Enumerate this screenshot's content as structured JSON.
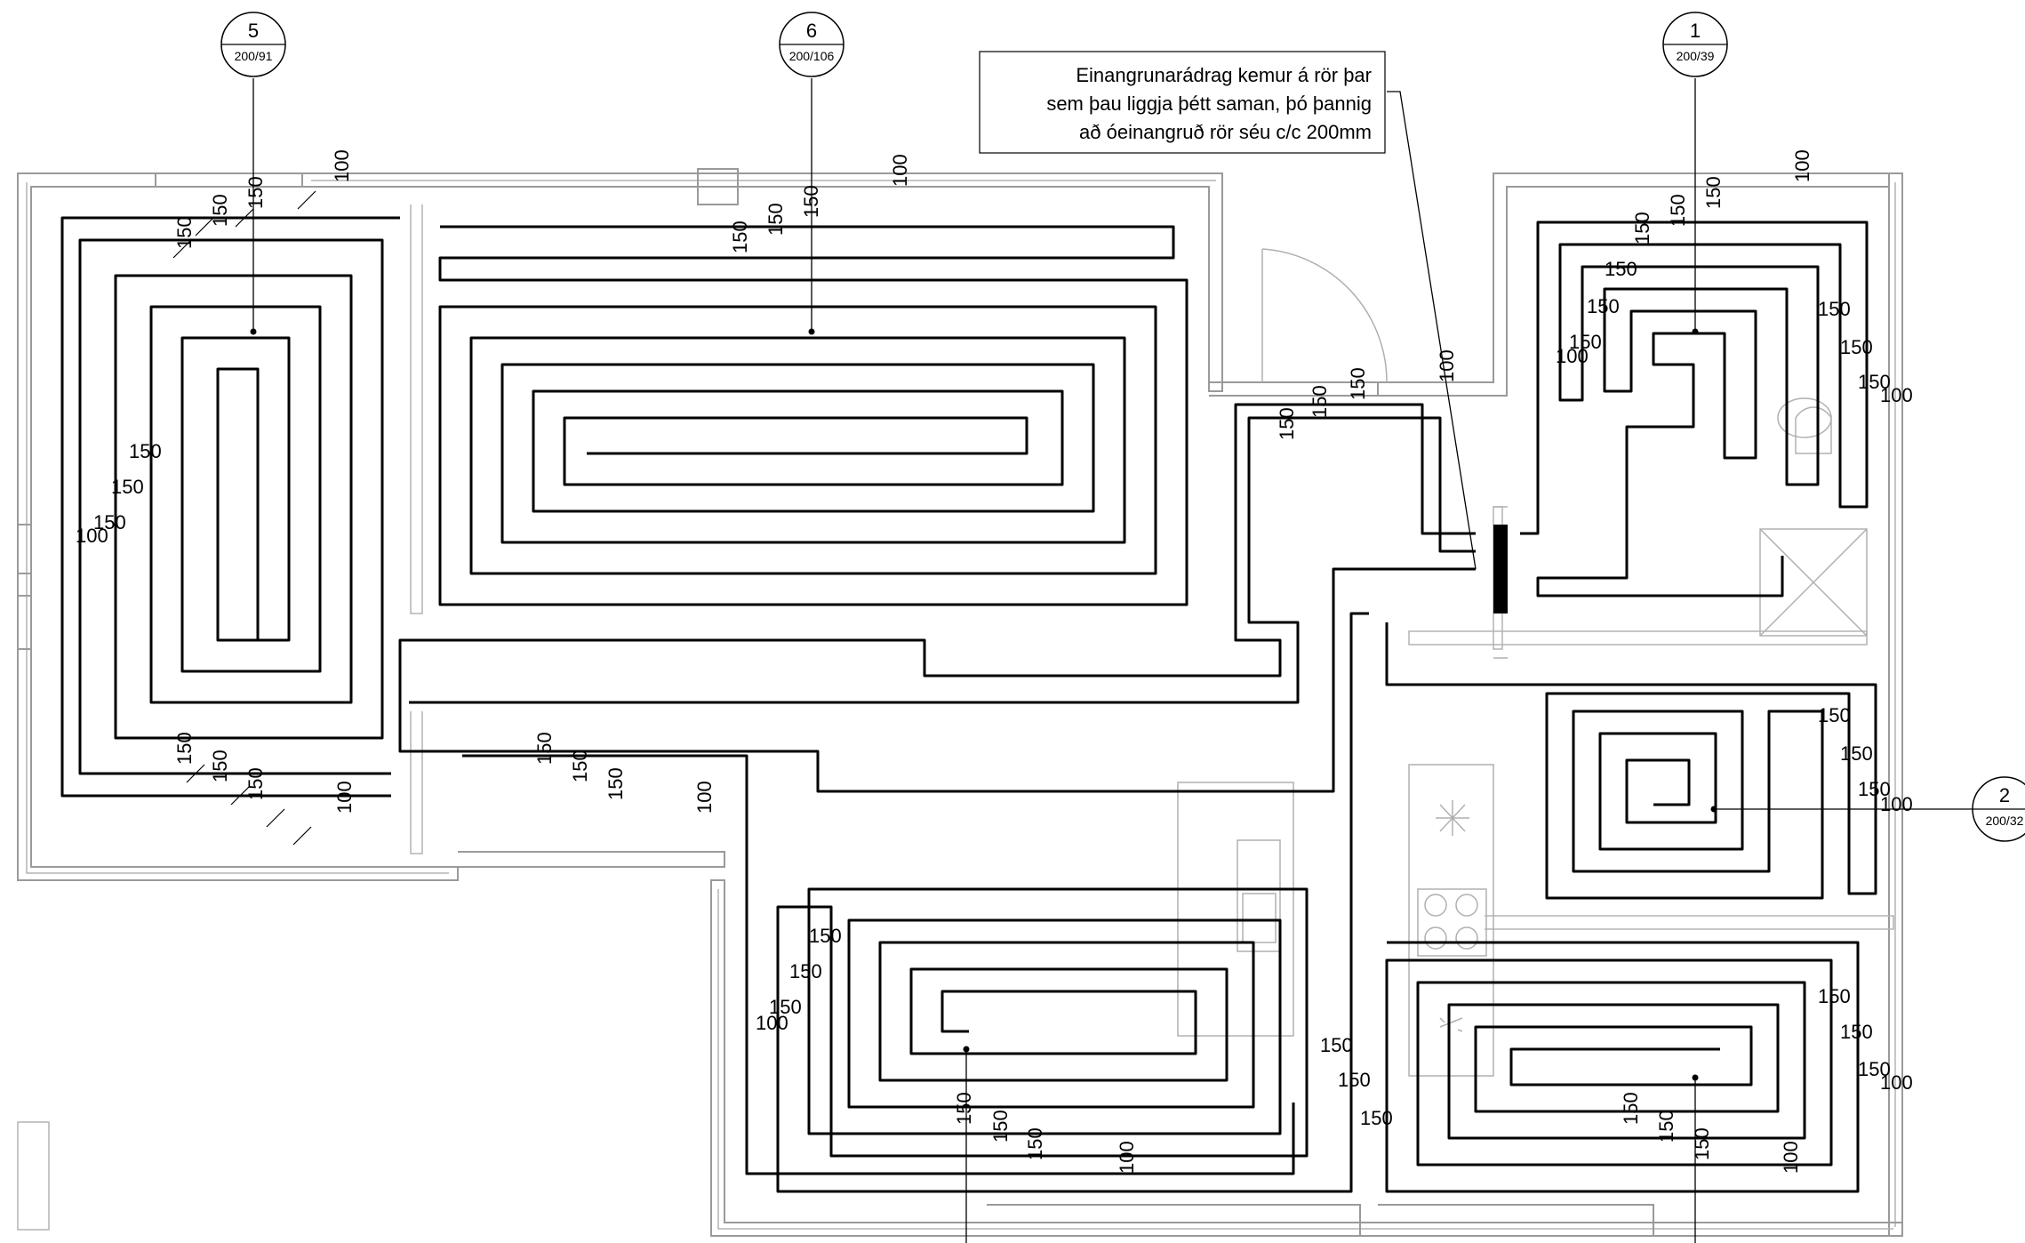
{
  "note": {
    "line1": "Einangrunarádrag kemur á rör þar",
    "line2": "sem þau liggja þétt saman, þó þannig",
    "line3": "að óeinangruð rör séu c/c 200mm"
  },
  "circuits": [
    {
      "id": "5",
      "ref": "200/91"
    },
    {
      "id": "6",
      "ref": "200/106"
    },
    {
      "id": "1",
      "ref": "200/39"
    },
    {
      "id": "2",
      "ref": "200/32"
    }
  ],
  "spacing_labels": {
    "wide": "150",
    "narrow": "100"
  },
  "colors": {
    "pipe": "#000000",
    "wall": "#9a9a9a",
    "fixture": "#b0b0b0"
  }
}
